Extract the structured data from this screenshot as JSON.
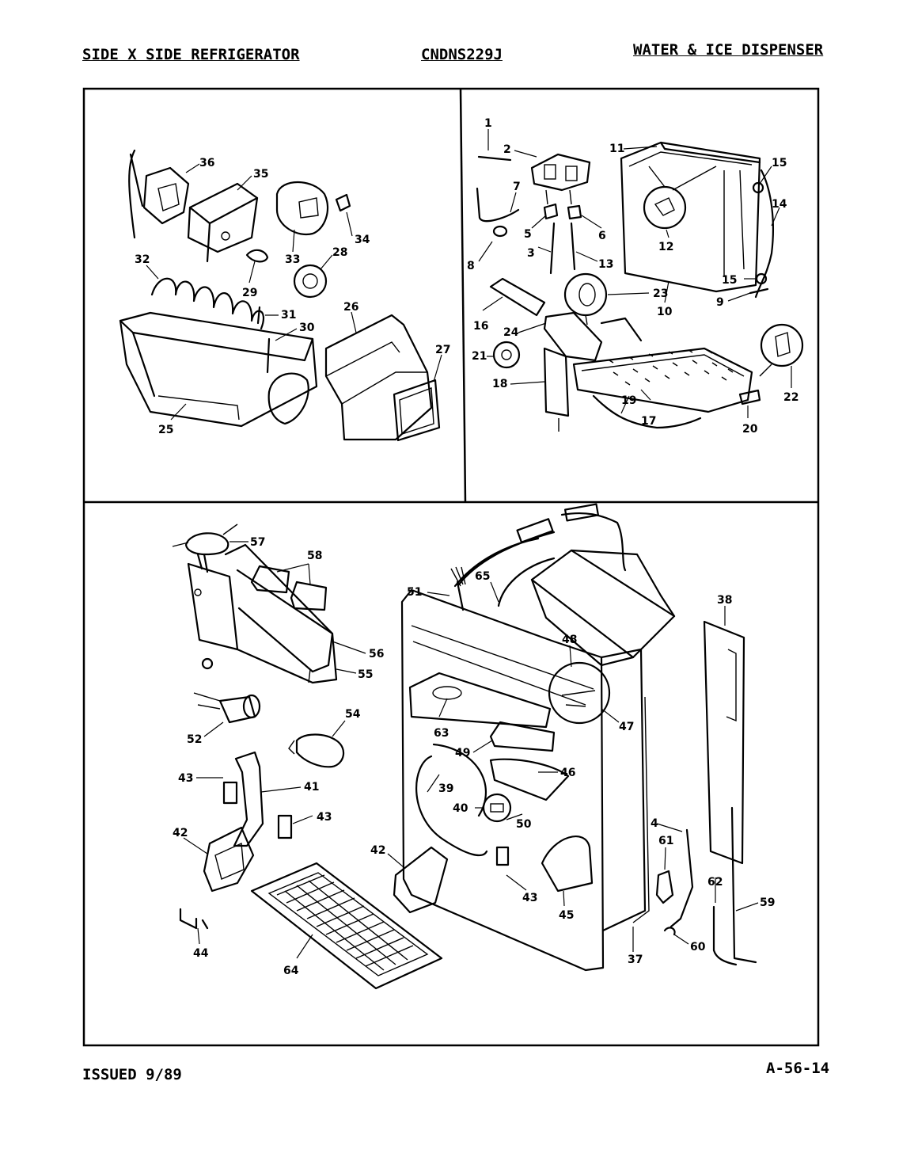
{
  "header": {
    "left": "SIDE X SIDE REFRIGERATOR",
    "center": "CNDNS229J",
    "right": "WATER & ICE DISPENSER"
  },
  "footer": {
    "left": "ISSUED 9/89",
    "right": "A-56-14"
  },
  "callouts": {
    "top_left": [
      "36",
      "35",
      "33",
      "34",
      "28",
      "29",
      "32",
      "31",
      "30",
      "26",
      "27",
      "25"
    ],
    "top_right": [
      "1",
      "2",
      "7",
      "5",
      "6",
      "8",
      "3",
      "13",
      "11",
      "15",
      "14",
      "12",
      "10",
      "15",
      "9",
      "16",
      "23",
      "24",
      "21",
      "18",
      "19",
      "17",
      "22",
      "20"
    ],
    "bottom": [
      "57",
      "58",
      "56",
      "55",
      "52",
      "54",
      "43",
      "41",
      "43",
      "42",
      "44",
      "64",
      "51",
      "65",
      "48",
      "47",
      "63",
      "49",
      "46",
      "39",
      "40",
      "50",
      "42",
      "43",
      "45",
      "38",
      "4",
      "61",
      "62",
      "59",
      "60",
      "37"
    ]
  }
}
